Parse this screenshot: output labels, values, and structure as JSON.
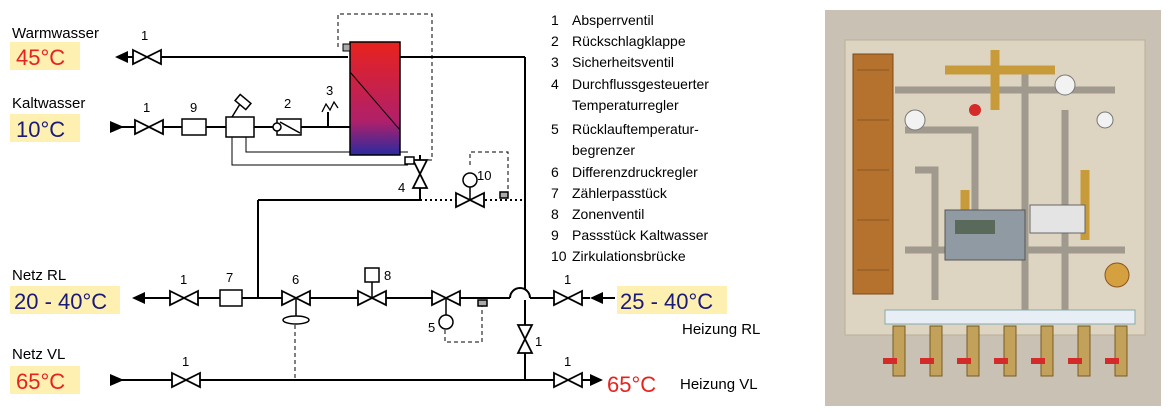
{
  "sides": {
    "warmwasser": "Warmwasser",
    "kaltwasser": "Kaltwasser",
    "netz_rl": "Netz RL",
    "netz_vl": "Netz VL",
    "heizung_rl": "Heizung RL",
    "heizung_vl": "Heizung VL"
  },
  "temps": {
    "warm": "45°C",
    "kalt": "10°C",
    "netz_rl": "20 - 40°C",
    "netz_vl": "65°C",
    "heizung_rl": "25 - 40°C",
    "heizung_vl": "65°C"
  },
  "colors": {
    "hot": "#e8221e",
    "cold": "#1a1a7a",
    "highlight": "#fdf0b0"
  },
  "numbers": [
    "1",
    "2",
    "3",
    "4",
    "5",
    "6",
    "7",
    "8",
    "9",
    "10"
  ],
  "legend": [
    {
      "n": "1",
      "text": "Absperrventil"
    },
    {
      "n": "2",
      "text": "Rückschlagklappe"
    },
    {
      "n": "3",
      "text": "Sicherheitsventil"
    },
    {
      "n": "4",
      "text": "Durchflussgesteuerter"
    },
    {
      "n": "",
      "text": "Temperaturregler"
    },
    {
      "n": "5",
      "text": "Rücklauftemperatur-"
    },
    {
      "n": "",
      "text": "begrenzer"
    },
    {
      "n": "6",
      "text": "Differenzdruckregler"
    },
    {
      "n": "7",
      "text": "Zählerpasstück"
    },
    {
      "n": "8",
      "text": "Zonenventil"
    },
    {
      "n": "9",
      "text": "Passstück Kaltwasser"
    },
    {
      "n": "10",
      "text": "Zirkulationsbrücke"
    }
  ]
}
